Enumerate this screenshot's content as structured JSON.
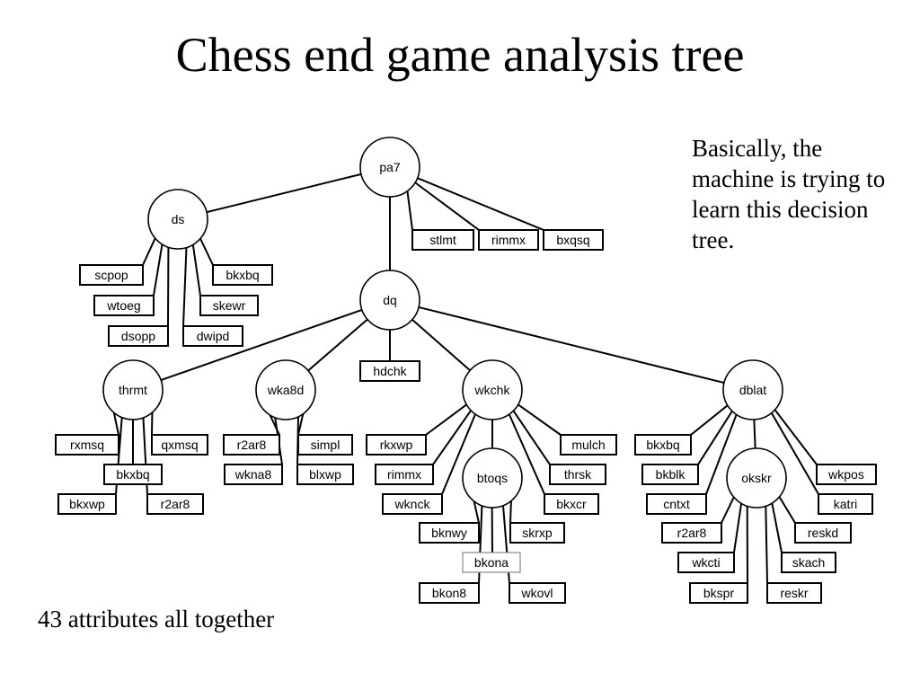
{
  "slide": {
    "title": "Chess end game analysis tree",
    "side_note": "Basically, the machine is trying to learn this decision tree.",
    "footer_note": "43 attributes all together"
  },
  "tree": {
    "internal_nodes": [
      "pa7",
      "ds",
      "dq",
      "thrmt",
      "wka8d",
      "wkchk",
      "btoqs",
      "dblat",
      "okskr"
    ],
    "leaves": [
      "stlmt",
      "rimmx",
      "bxqsq",
      "scpop",
      "bkxbq",
      "wtoeg",
      "skewr",
      "dsopp",
      "dwipd",
      "hdchk",
      "rxmsq",
      "qxmsq",
      "bkxbq",
      "bkxwp",
      "r2ar8",
      "r2ar8",
      "simpl",
      "wkna8",
      "blxwp",
      "rkxwp",
      "mulch",
      "rimmx",
      "thrsk",
      "wknck",
      "bkxcr",
      "bknwy",
      "skrxp",
      "bkona",
      "bkon8",
      "wkovl",
      "bkxbq",
      "bkblk",
      "wkpos",
      "cntxt",
      "katri",
      "r2ar8",
      "reskd",
      "wkcti",
      "skach",
      "bkspr",
      "reskr"
    ]
  }
}
